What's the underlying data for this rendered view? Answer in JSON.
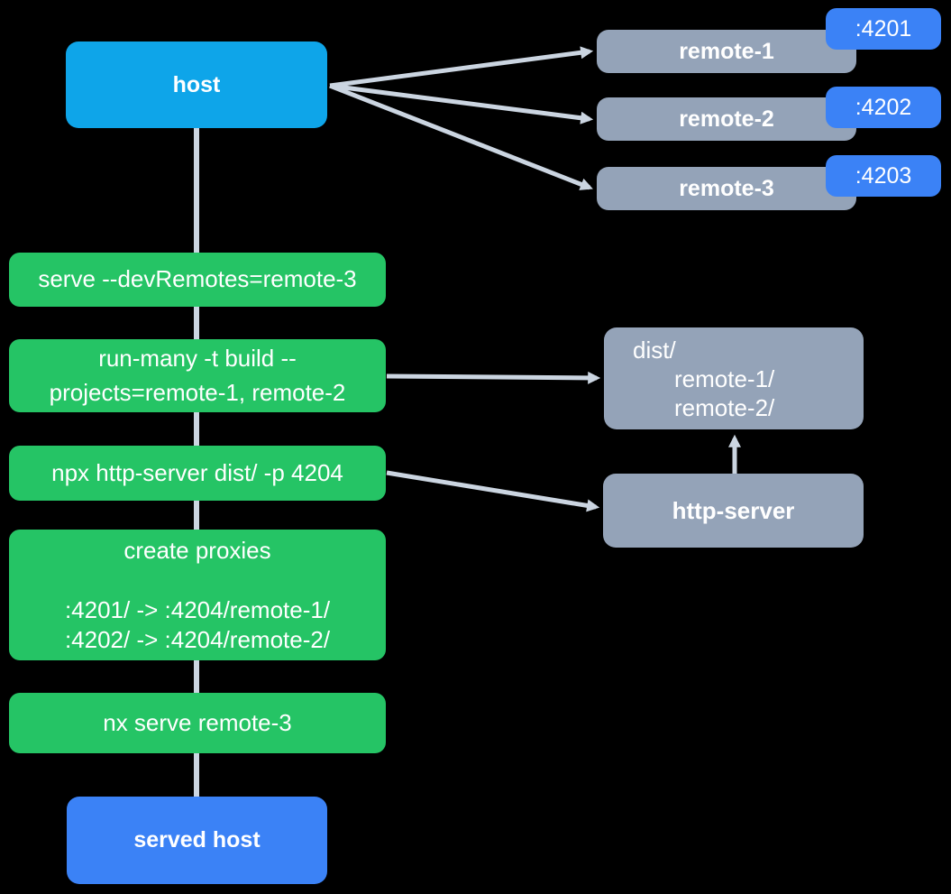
{
  "diagram": {
    "host": {
      "label": "host"
    },
    "remotes": [
      {
        "label": "remote-1",
        "port": ":4201"
      },
      {
        "label": "remote-2",
        "port": ":4202"
      },
      {
        "label": "remote-3",
        "port": ":4203"
      }
    ],
    "commands": {
      "serve": "serve --devRemotes=remote-3",
      "run_many_line1": "run-many -t build --",
      "run_many_line2": "projects=remote-1, remote-2",
      "http_server": "npx http-server dist/ -p 4204",
      "proxies_title": "create proxies",
      "proxies_rule1": ":4201/ -> :4204/remote-1/",
      "proxies_rule2": ":4202/ -> :4204/remote-2/",
      "nx_serve": "nx serve remote-3"
    },
    "dist": {
      "root": "dist/",
      "child1": "remote-1/",
      "child2": "remote-2/"
    },
    "http_server_node": {
      "label": "http-server"
    },
    "served_host": {
      "label": "served host"
    },
    "colors": {
      "canvas_bg": "#000000",
      "host_blue": "#0ea5e9",
      "port_blue": "#3b82f6",
      "node_gray": "#94a3b8",
      "command_green": "#25c465",
      "arrow_gray": "#cbd5e1",
      "text_white": "#ffffff"
    }
  }
}
